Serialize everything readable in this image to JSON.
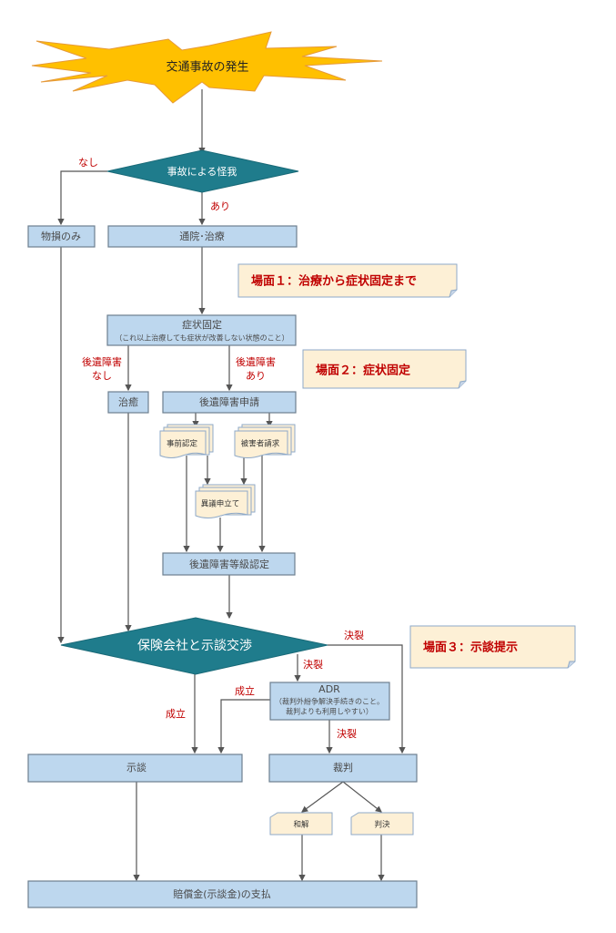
{
  "start": {
    "label": "交通事故の発生"
  },
  "decision_injury": {
    "label": "事故による怪我",
    "no_label": "なし",
    "yes_label": "あり"
  },
  "property_only": {
    "label": "物損のみ"
  },
  "treatment": {
    "label": "通院･治療"
  },
  "scene1": {
    "label": "場面１：治療から症状固定まで"
  },
  "symptom_fixed": {
    "label": "症状固定",
    "sublabel": "（これ以上治療しても症状が改善しない状態のこと）"
  },
  "after_effect_none": {
    "line1": "後遺障害",
    "line2": "なし"
  },
  "after_effect_yes": {
    "line1": "後遺障害",
    "line2": "あり"
  },
  "scene2": {
    "label": "場面２：症状固定"
  },
  "healed": {
    "label": "治癒"
  },
  "after_effect_application": {
    "label": "後遺障害申請"
  },
  "prior_recognition": {
    "label": "事前認定"
  },
  "victim_claim": {
    "label": "被害者請求"
  },
  "objection": {
    "label": "異議申立て"
  },
  "grade_recognition": {
    "label": "後遺障害等級認定"
  },
  "negotiation": {
    "label": "保険会社と示談交渉",
    "breakdown_label": "決裂",
    "breakdown_label2": "決裂",
    "settled_label": "成立"
  },
  "scene3": {
    "label": "場面３：示談提示"
  },
  "adr": {
    "label": "ADR",
    "sub1": "（裁判外紛争解決手続きのこと。",
    "sub2": "裁判よりも利用しやすい）",
    "settled_label": "成立",
    "breakdown_label": "決裂"
  },
  "settlement": {
    "label": "示談"
  },
  "trial": {
    "label": "裁判"
  },
  "reconciliation": {
    "label": "和解"
  },
  "judgment": {
    "label": "判決"
  },
  "payment": {
    "label": "賠償金(示談金)の支払"
  }
}
